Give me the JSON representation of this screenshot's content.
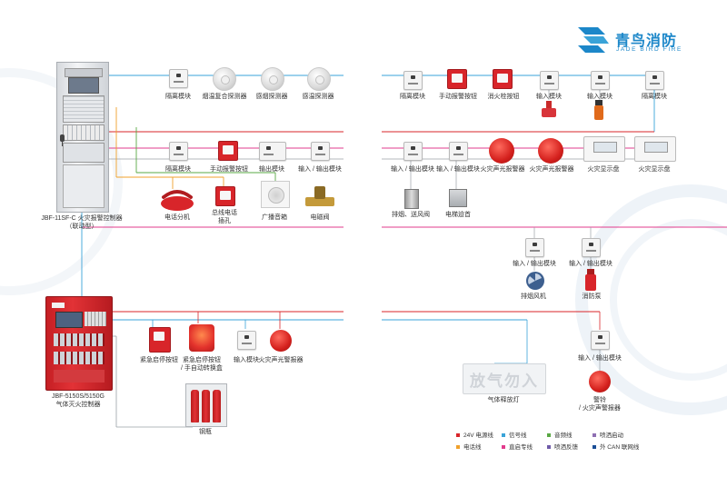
{
  "brand": {
    "name": "青鸟消防",
    "sub": "JADE BIRD FIRE",
    "color": "#1c87c9"
  },
  "controllers": {
    "main": {
      "label1": "JBF-11SF-C 火灾报警控制器",
      "label2": "（联动型）"
    },
    "gas": {
      "label1": "JBF-5150S/5150G",
      "label2": "气体灭火控制器"
    }
  },
  "devices": {
    "isolator_1": "隔离模块",
    "smoke_heat_detector": "烟温复合探测器",
    "smoke_detector": "感烟探测器",
    "heat_detector": "感温探测器",
    "isolator_2": "隔离模块",
    "manual_alarm_1": "手动报警按钮",
    "output_module": "输出模块",
    "io_module_1": "输入 / 输出模块",
    "fire_phone": "电话分机",
    "phone_jack_1": "总线电话",
    "phone_jack_2": "插孔",
    "broadcast": "广播音箱",
    "solenoid_valve": "电磁阀",
    "isolator_3": "隔离模块",
    "manual_alarm_2": "手动报警按钮",
    "hydrant_button": "消火栓按钮",
    "input_module_1": "输入模块",
    "input_module_2": "输入模块",
    "isolator_4": "隔离模块",
    "io_module_2": "输入 / 输出模块",
    "io_module_3": "输入 / 输出模块",
    "sound_light_1": "火灾声光报警器",
    "sound_light_2": "火灾声光报警器",
    "fire_display_1": "火灾显示盘",
    "fire_display_2": "火灾显示盘",
    "smoke_vent": "排烟、送风阀",
    "elevator": "电梯迫首",
    "io_module_4": "输入 / 输出模块",
    "io_module_5": "输入 / 输出模块",
    "smoke_fan": "排烟风机",
    "fire_pump": "消防泵",
    "emergency_stop": "紧急启停按钮",
    "emergency_switch_1": "紧急启停按钮",
    "emergency_switch_2": "/ 手自动转换盒",
    "input_module_3": "输入模块",
    "sound_light_3": "火灾声光警报器",
    "gas_cylinder": "钢瓶",
    "gas_release_sign_text": "放气勿入",
    "gas_release_lamp": "气体释放灯",
    "io_module_6": "输入 / 输出模块",
    "bell_1": "警铃",
    "bell_2": "/ 火灾声警报器"
  },
  "legend": [
    {
      "label": "24V 电源线",
      "color": "#d9262a"
    },
    {
      "label": "信号线",
      "color": "#3aa3d8"
    },
    {
      "label": "音频线",
      "color": "#5aa844"
    },
    {
      "label": "喷洒启动",
      "color": "#8e6fb3"
    },
    {
      "label": "电话线",
      "color": "#f0a12b"
    },
    {
      "label": "直启专线",
      "color": "#e23b8c"
    },
    {
      "label": "喷洒反馈",
      "color": "#6f5aa8"
    },
    {
      "label": "外 CAN 联网线",
      "color": "#1a4d96"
    }
  ],
  "colors": {
    "power": "#d9262a",
    "signal": "#3aa3d8",
    "audio": "#5aa844",
    "spray_start": "#8e6fb3",
    "phone": "#f0a12b",
    "direct": "#e23b8c",
    "spray_fb": "#6f5aa8",
    "can": "#1a4d96",
    "bus_grey": "#9aa0a6"
  }
}
